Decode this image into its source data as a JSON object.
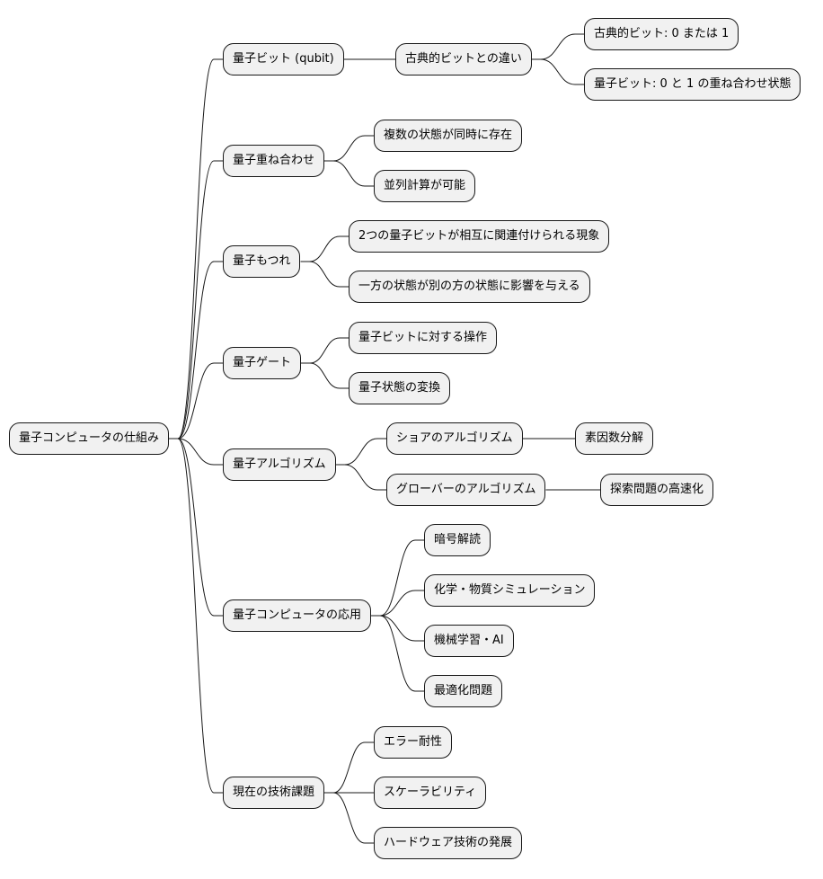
{
  "mindmap": {
    "root": "量子コンピュータの仕組み",
    "qubit": {
      "label": "量子ビット (qubit)",
      "diff": "古典的ビットとの違い",
      "classical": "古典的ビット: 0 または 1",
      "quantum": "量子ビット: 0 と 1 の重ね合わせ状態"
    },
    "superposition": {
      "label": "量子重ね合わせ",
      "items": [
        "複数の状態が同時に存在",
        "並列計算が可能"
      ]
    },
    "entanglement": {
      "label": "量子もつれ",
      "items": [
        "2つの量子ビットが相互に関連付けられる現象",
        "一方の状態が別の方の状態に影響を与える"
      ]
    },
    "gate": {
      "label": "量子ゲート",
      "items": [
        "量子ビットに対する操作",
        "量子状態の変換"
      ]
    },
    "algorithm": {
      "label": "量子アルゴリズム",
      "shor": "ショアのアルゴリズム",
      "shor_use": "素因数分解",
      "grover": "グローバーのアルゴリズム",
      "grover_use": "探索問題の高速化"
    },
    "applications": {
      "label": "量子コンピュータの応用",
      "items": [
        "暗号解読",
        "化学・物質シミュレーション",
        "機械学習・AI",
        "最適化問題"
      ]
    },
    "challenges": {
      "label": "現在の技術課題",
      "items": [
        "エラー耐性",
        "スケーラビリティ",
        "ハードウェア技術の発展"
      ]
    }
  },
  "colors": {
    "node_fill": "#F1F1F1",
    "node_border": "#181818",
    "edge": "#181818"
  }
}
